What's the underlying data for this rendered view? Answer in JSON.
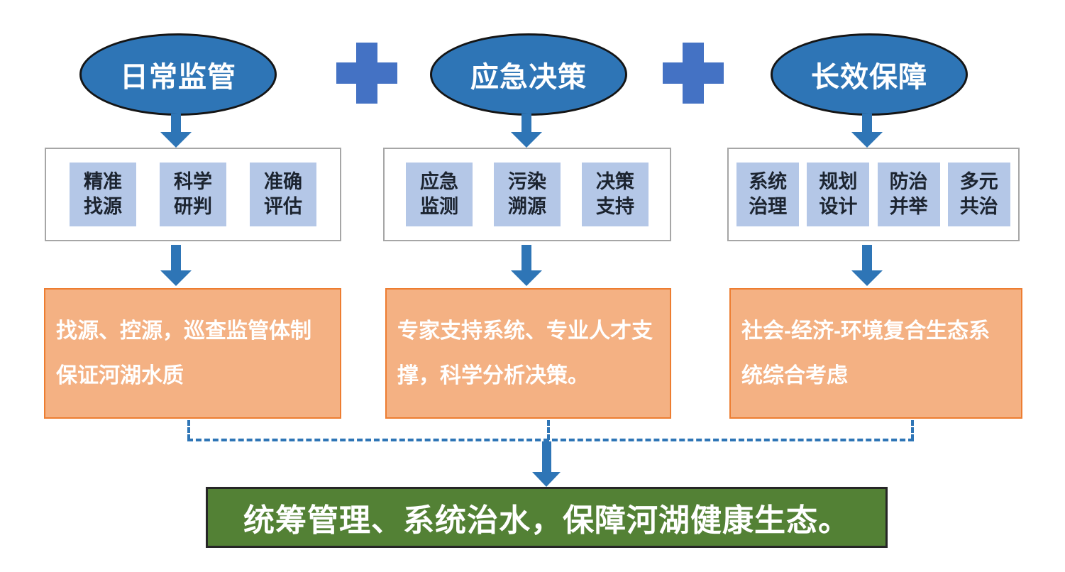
{
  "diagram": {
    "columns": [
      {
        "title": "日常监管",
        "items": [
          "精准\n找源",
          "科学\n研判",
          "准确\n评估"
        ],
        "description": "找源、控源，巡查监管体制保证河湖水质"
      },
      {
        "title": "应急决策",
        "items": [
          "应急\n监测",
          "污染\n溯源",
          "决策\n支持"
        ],
        "description": "专家支持系统、专业人才支撑，科学分析决策。"
      },
      {
        "title": "长效保障",
        "items": [
          "系统\n治理",
          "规划\n设计",
          "防治\n并举",
          "多元\n共治"
        ],
        "description": "社会-经济-环境复合生态系统综合考虑"
      }
    ],
    "plus_sign": "+",
    "conclusion": "统筹管理、系统治水，保障河湖健康生态。"
  },
  "colors": {
    "stage_ellipse_fill": "#2E75B6",
    "stage_ellipse_border": "#151515",
    "plus_sign": "#4472C4",
    "capability_item_fill": "#B4C7E7",
    "panel_border": "#a6a6a6",
    "arrow": "#2E75B6",
    "description_fill": "#F4B183",
    "description_border": "#ED7D31",
    "description_text": "#ffffff",
    "conclusion_fill": "#538135",
    "conclusion_text": "#ffffff"
  }
}
